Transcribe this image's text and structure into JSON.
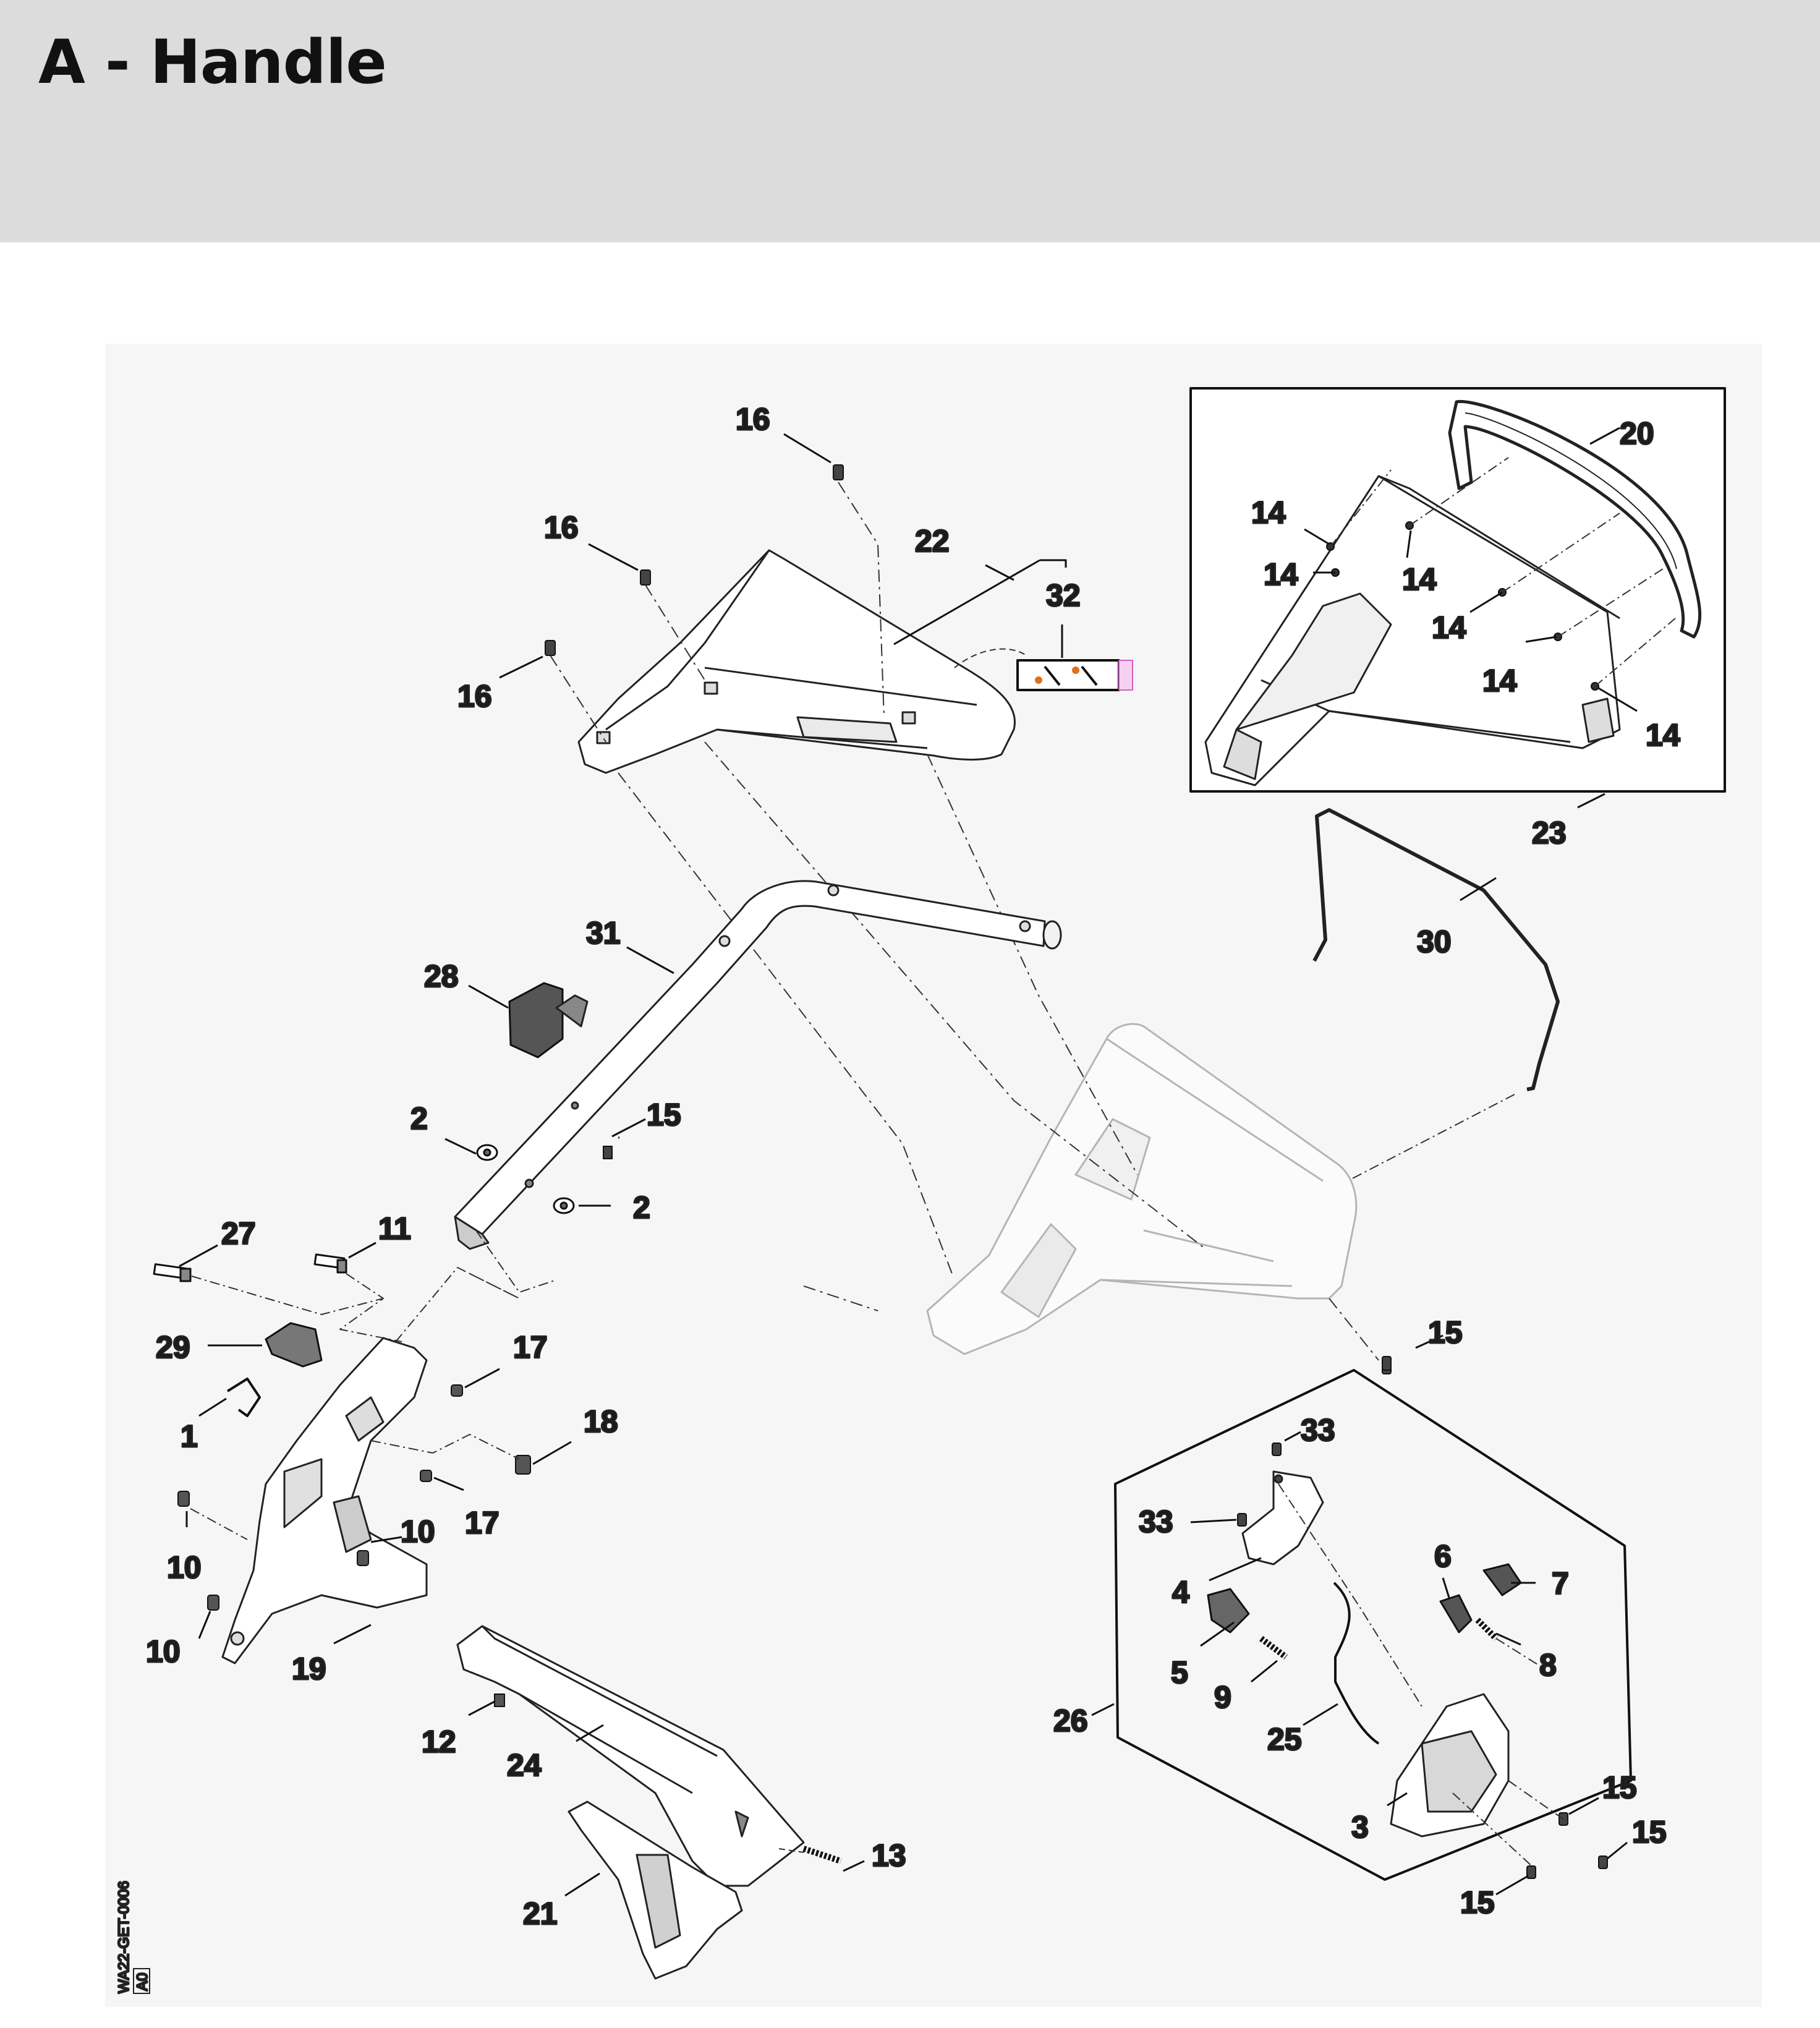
{
  "page": {
    "title": "A - Handle"
  },
  "drawing_code": "WA22-GET-0006",
  "revision": "A0",
  "callouts": [
    {
      "id": "c16a",
      "label": "16"
    },
    {
      "id": "c16b",
      "label": "16"
    },
    {
      "id": "c16c",
      "label": "16"
    },
    {
      "id": "c22",
      "label": "22"
    },
    {
      "id": "c32",
      "label": "32"
    },
    {
      "id": "c20",
      "label": "20"
    },
    {
      "id": "c14a",
      "label": "14"
    },
    {
      "id": "c14b",
      "label": "14"
    },
    {
      "id": "c14c",
      "label": "14"
    },
    {
      "id": "c14d",
      "label": "14"
    },
    {
      "id": "c14e",
      "label": "14"
    },
    {
      "id": "c14f",
      "label": "14"
    },
    {
      "id": "c23",
      "label": "23"
    },
    {
      "id": "c30",
      "label": "30"
    },
    {
      "id": "c31",
      "label": "31"
    },
    {
      "id": "c28",
      "label": "28"
    },
    {
      "id": "c2a",
      "label": "2"
    },
    {
      "id": "c2b",
      "label": "2"
    },
    {
      "id": "c15a",
      "label": "15"
    },
    {
      "id": "c27",
      "label": "27"
    },
    {
      "id": "c11",
      "label": "11"
    },
    {
      "id": "c29",
      "label": "29"
    },
    {
      "id": "c17a",
      "label": "17"
    },
    {
      "id": "c1",
      "label": "1"
    },
    {
      "id": "c18",
      "label": "18"
    },
    {
      "id": "c17b",
      "label": "17"
    },
    {
      "id": "c10a",
      "label": "10"
    },
    {
      "id": "c10b",
      "label": "10"
    },
    {
      "id": "c10c",
      "label": "10"
    },
    {
      "id": "c19",
      "label": "19"
    },
    {
      "id": "c12",
      "label": "12"
    },
    {
      "id": "c24",
      "label": "24"
    },
    {
      "id": "c21",
      "label": "21"
    },
    {
      "id": "c13",
      "label": "13"
    },
    {
      "id": "c15b",
      "label": "15"
    },
    {
      "id": "c33a",
      "label": "33"
    },
    {
      "id": "c33b",
      "label": "33"
    },
    {
      "id": "c4",
      "label": "4"
    },
    {
      "id": "c6",
      "label": "6"
    },
    {
      "id": "c7",
      "label": "7"
    },
    {
      "id": "c5",
      "label": "5"
    },
    {
      "id": "c9",
      "label": "9"
    },
    {
      "id": "c8",
      "label": "8"
    },
    {
      "id": "c26",
      "label": "26"
    },
    {
      "id": "c25",
      "label": "25"
    },
    {
      "id": "c3",
      "label": "3"
    },
    {
      "id": "c15c",
      "label": "15"
    },
    {
      "id": "c15d",
      "label": "15"
    },
    {
      "id": "c15e",
      "label": "15"
    }
  ]
}
